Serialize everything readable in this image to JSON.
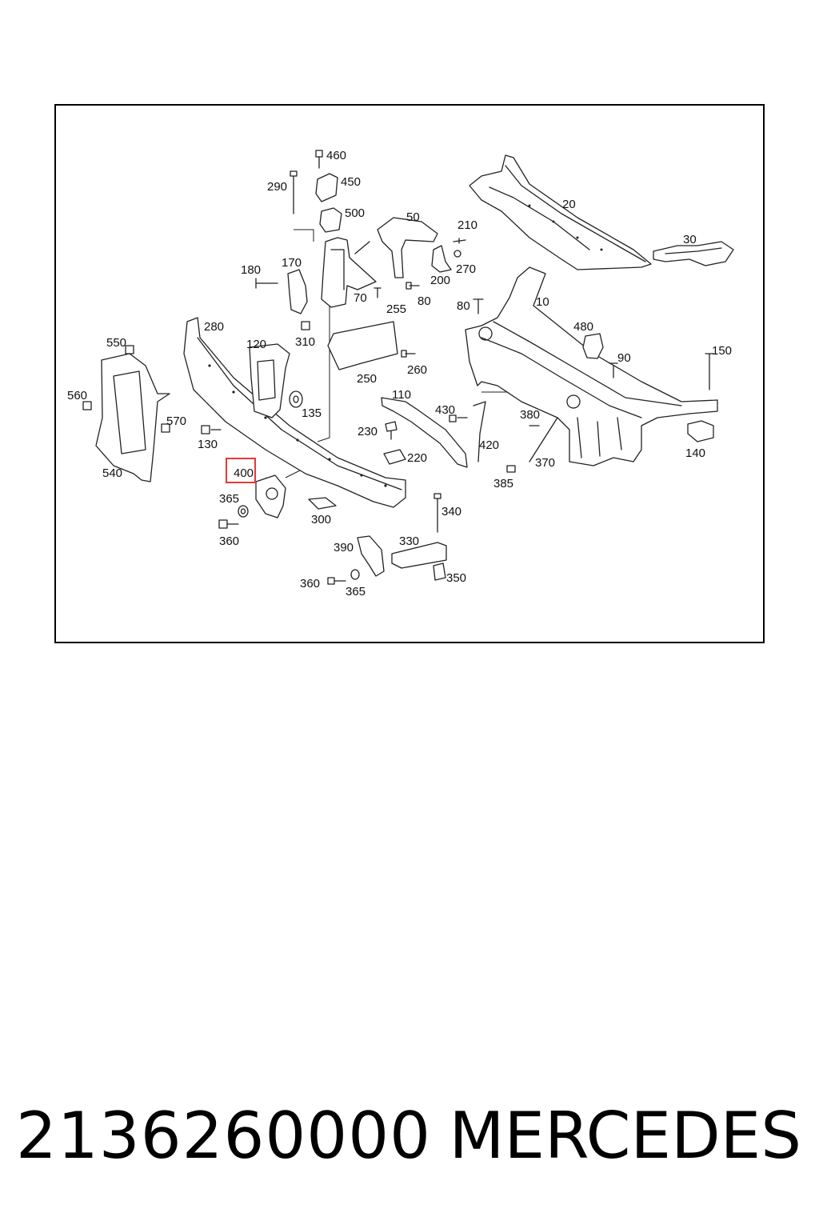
{
  "diagram": {
    "highlight_color": "#e53935",
    "highlighted_callout": "400",
    "callouts": [
      "460",
      "450",
      "290",
      "500",
      "50",
      "210",
      "20",
      "30",
      "270",
      "200",
      "180",
      "170",
      "70",
      "255",
      "80",
      "80b",
      "10",
      "480",
      "90",
      "150",
      "310",
      "280",
      "120",
      "250",
      "260",
      "550",
      "560",
      "570",
      "135",
      "110",
      "430",
      "380",
      "230",
      "220",
      "420",
      "370",
      "385",
      "130",
      "540",
      "400",
      "365",
      "300",
      "340",
      "360",
      "390",
      "330",
      "350",
      "360b",
      "365b",
      "140"
    ],
    "labels": {
      "c460": "460",
      "c450": "450",
      "c290": "290",
      "c500": "500",
      "c50": "50",
      "c210": "210",
      "c20": "20",
      "c30": "30",
      "c270": "270",
      "c200": "200",
      "c180": "180",
      "c170": "170",
      "c70": "70",
      "c255": "255",
      "c80": "80",
      "c80b": "80",
      "c10": "10",
      "c480": "480",
      "c90": "90",
      "c150": "150",
      "c310": "310",
      "c280": "280",
      "c120": "120",
      "c250": "250",
      "c260": "260",
      "c550": "550",
      "c560": "560",
      "c570": "570",
      "c135": "135",
      "c110": "110",
      "c430": "430",
      "c380": "380",
      "c230": "230",
      "c220": "220",
      "c420": "420",
      "c370": "370",
      "c385": "385",
      "c130": "130",
      "c540": "540",
      "c400": "400",
      "c365": "365",
      "c300": "300",
      "c340": "340",
      "c360": "360",
      "c390": "390",
      "c330": "330",
      "c350": "350",
      "c360b": "360",
      "c365b": "365",
      "c140": "140"
    }
  },
  "caption": {
    "part_number": "2136260000",
    "brand": "MERCEDES"
  }
}
